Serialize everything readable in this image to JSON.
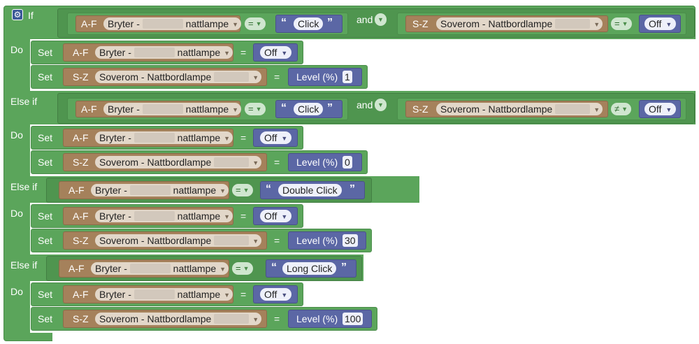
{
  "keywords": {
    "if": "If",
    "else_if": "Else if",
    "do": "Do",
    "set": "Set",
    "and": "and"
  },
  "ops": {
    "eq": "=",
    "neq": "≠"
  },
  "devices": {
    "af_prefix": "A-F",
    "sz_prefix": "S-Z",
    "bryter": "Bryter -",
    "bryter_suffix": "nattlampe",
    "soverom": "Soverom - Nattbordlampe"
  },
  "values": {
    "click": "Click",
    "double_click": "Double Click",
    "long_click": "Long Click",
    "off": "Off",
    "level": "Level (%)"
  },
  "levels": {
    "l1": "1",
    "l2": "0",
    "l3": "30",
    "l4": "100"
  },
  "quote_open": "“",
  "quote_close": "”",
  "colors": {
    "logic": "#5ba55b",
    "device": "#a5815b",
    "value": "#5b67a5"
  }
}
